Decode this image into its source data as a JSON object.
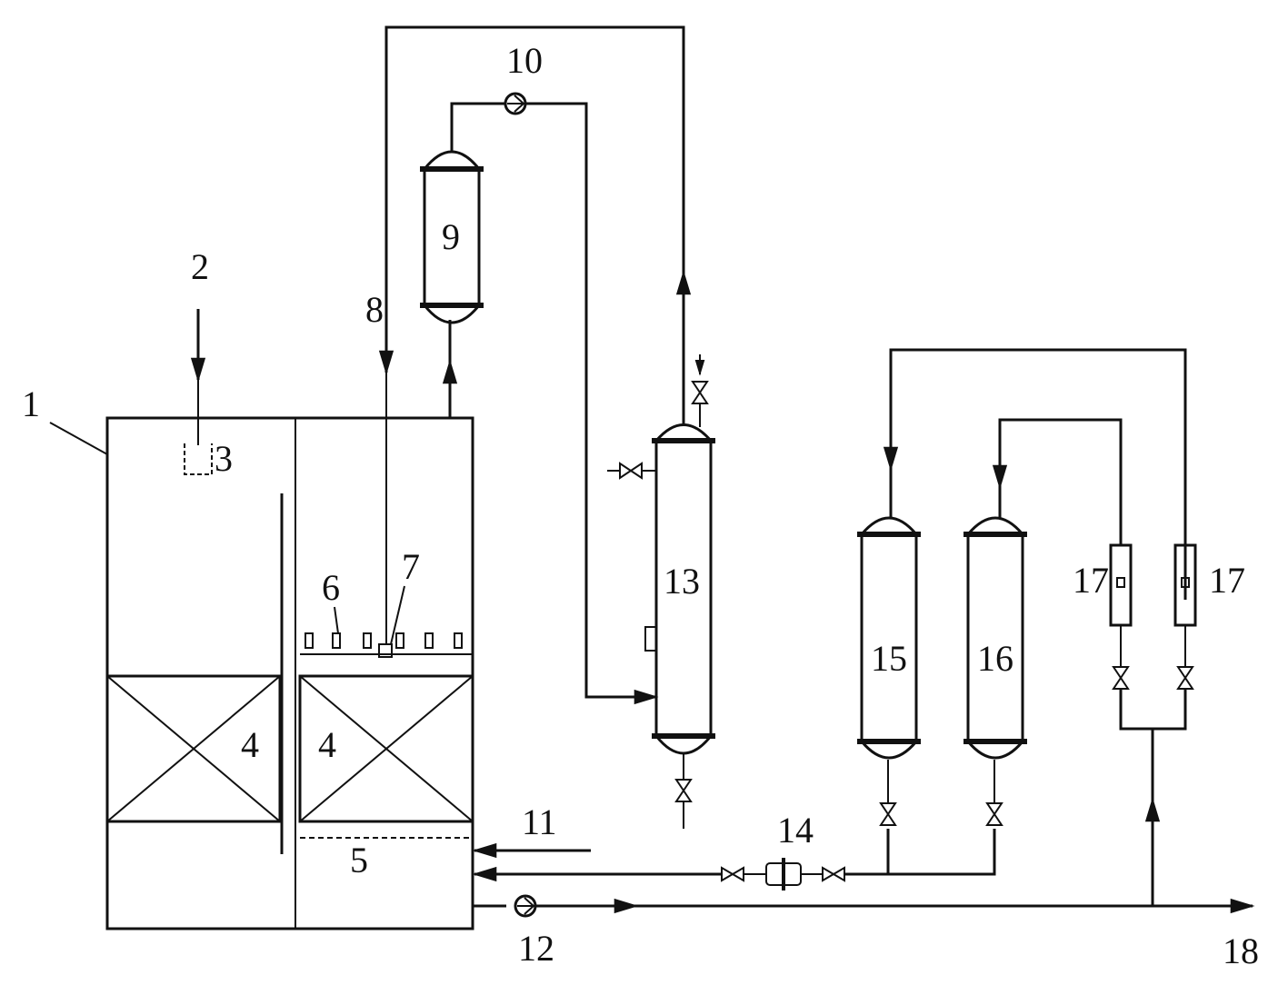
{
  "labels": {
    "n1": "1",
    "n2": "2",
    "n3": "3",
    "n4a": "4",
    "n4b": "4",
    "n5": "5",
    "n6": "6",
    "n7": "7",
    "n8": "8",
    "n9": "9",
    "n10": "10",
    "n11": "11",
    "n12": "12",
    "n13": "13",
    "n14": "14",
    "n15": "15",
    "n16": "16",
    "n17a": "17",
    "n17b": "17",
    "n18": "18"
  }
}
